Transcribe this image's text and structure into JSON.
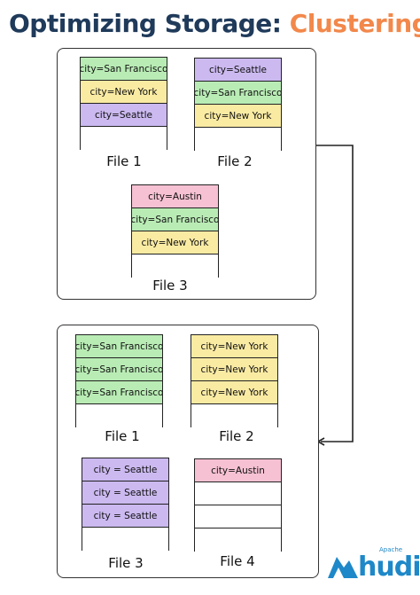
{
  "title": {
    "part1": "Optimizing Storage:",
    "part2": "Clustering"
  },
  "colors": {
    "green": "#b9ecb5",
    "yellow": "#faeba3",
    "purple": "#cbb9f0",
    "pink": "#f6c1d3"
  },
  "before": {
    "files": [
      {
        "label": "File 1",
        "rows": [
          {
            "text": "city=San Francisco",
            "color": "green"
          },
          {
            "text": "city=New York",
            "color": "yellow"
          },
          {
            "text": "city=Seattle",
            "color": "purple"
          },
          {
            "text": "",
            "color": "empty"
          }
        ]
      },
      {
        "label": "File 2",
        "rows": [
          {
            "text": "city=Seattle",
            "color": "purple"
          },
          {
            "text": "city=San Francisco",
            "color": "green"
          },
          {
            "text": "city=New York",
            "color": "yellow"
          },
          {
            "text": "",
            "color": "empty"
          }
        ]
      },
      {
        "label": "File 3",
        "rows": [
          {
            "text": "city=Austin",
            "color": "pink"
          },
          {
            "text": "city=San Francisco",
            "color": "green"
          },
          {
            "text": "city=New York",
            "color": "yellow"
          },
          {
            "text": "",
            "color": "empty"
          }
        ]
      }
    ]
  },
  "after": {
    "files": [
      {
        "label": "File 1",
        "rows": [
          {
            "text": "city=San Francisco",
            "color": "green"
          },
          {
            "text": "city=San Francisco",
            "color": "green"
          },
          {
            "text": "city=San Francisco",
            "color": "green"
          },
          {
            "text": "",
            "color": "empty"
          }
        ]
      },
      {
        "label": "File 2",
        "rows": [
          {
            "text": "city=New York",
            "color": "yellow"
          },
          {
            "text": "city=New York",
            "color": "yellow"
          },
          {
            "text": "city=New York",
            "color": "yellow"
          },
          {
            "text": "",
            "color": "empty"
          }
        ]
      },
      {
        "label": "File 3",
        "rows": [
          {
            "text": "city = Seattle",
            "color": "purple"
          },
          {
            "text": "city = Seattle",
            "color": "purple"
          },
          {
            "text": "city = Seattle",
            "color": "purple"
          },
          {
            "text": "",
            "color": "empty"
          }
        ]
      },
      {
        "label": "File 4",
        "rows": [
          {
            "text": "city=Austin",
            "color": "pink"
          },
          {
            "text": "",
            "color": "empty"
          },
          {
            "text": "",
            "color": "empty"
          },
          {
            "text": "",
            "color": "empty"
          }
        ]
      }
    ]
  },
  "logo": {
    "small": "Apache",
    "big": "hudi"
  }
}
